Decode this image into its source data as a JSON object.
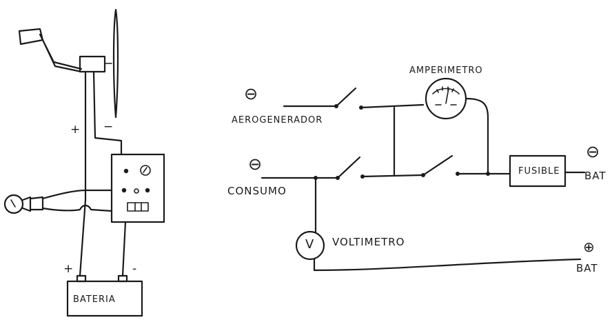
{
  "left_diagram": {
    "battery_label": "BATERIA",
    "positive_sign": "+",
    "negative_sign": "−",
    "battery_positive": "+",
    "battery_negative": "-"
  },
  "right_diagram": {
    "aerogenerador_label": "AEROGENERADOR",
    "aerogenerador_symbol": "⊖",
    "consumo_label": "CONSUMO",
    "consumo_symbol": "⊖",
    "amperimetro_label": "AMPERIMETRO",
    "voltimetro_label": "VOLTIMETRO",
    "voltimetro_symbol": "V",
    "fusible_label": "FUSIBLE",
    "bat_neg_symbol": "⊖",
    "bat_neg_label": "BAT",
    "bat_pos_symbol": "⊕",
    "bat_pos_label": "BAT"
  }
}
